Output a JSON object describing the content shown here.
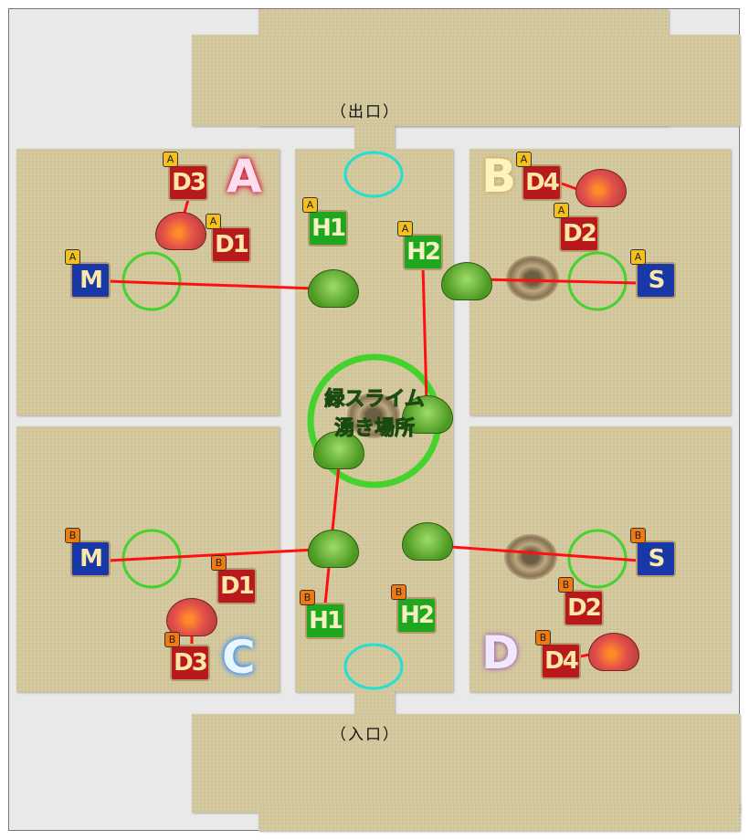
{
  "labels": {
    "exit": "（出口）",
    "entrance": "（入口）",
    "spawn_line1": "緑スライム",
    "spawn_line2": "湧き場所"
  },
  "markers": {
    "a_d3": {
      "text": "D3",
      "tag": "A"
    },
    "a_d1": {
      "text": "D1",
      "tag": "A"
    },
    "a_m": {
      "text": "M",
      "tag": "A"
    },
    "a_h1": {
      "text": "H1",
      "tag": "A"
    },
    "a_h2": {
      "text": "H2",
      "tag": "A"
    },
    "a_d4": {
      "text": "D4",
      "tag": "A"
    },
    "a_d2": {
      "text": "D2",
      "tag": "A"
    },
    "a_s": {
      "text": "S",
      "tag": "A"
    },
    "b_m": {
      "text": "M",
      "tag": "B"
    },
    "b_d1": {
      "text": "D1",
      "tag": "B"
    },
    "b_d3": {
      "text": "D3",
      "tag": "B"
    },
    "b_h1": {
      "text": "H1",
      "tag": "B"
    },
    "b_h2": {
      "text": "H2",
      "tag": "B"
    },
    "b_s": {
      "text": "S",
      "tag": "B"
    },
    "b_d2": {
      "text": "D2",
      "tag": "B"
    },
    "b_d4": {
      "text": "D4",
      "tag": "B"
    }
  },
  "symbols": {
    "a": "A",
    "b": "B",
    "c": "C",
    "d": "D"
  },
  "colors": {
    "path": "#ff1010",
    "circle": "#44d22c",
    "exit_circle": "#20e0d0",
    "red_badge": "#b8191c",
    "green_badge": "#1ea71f",
    "blue_badge": "#1838a8"
  }
}
